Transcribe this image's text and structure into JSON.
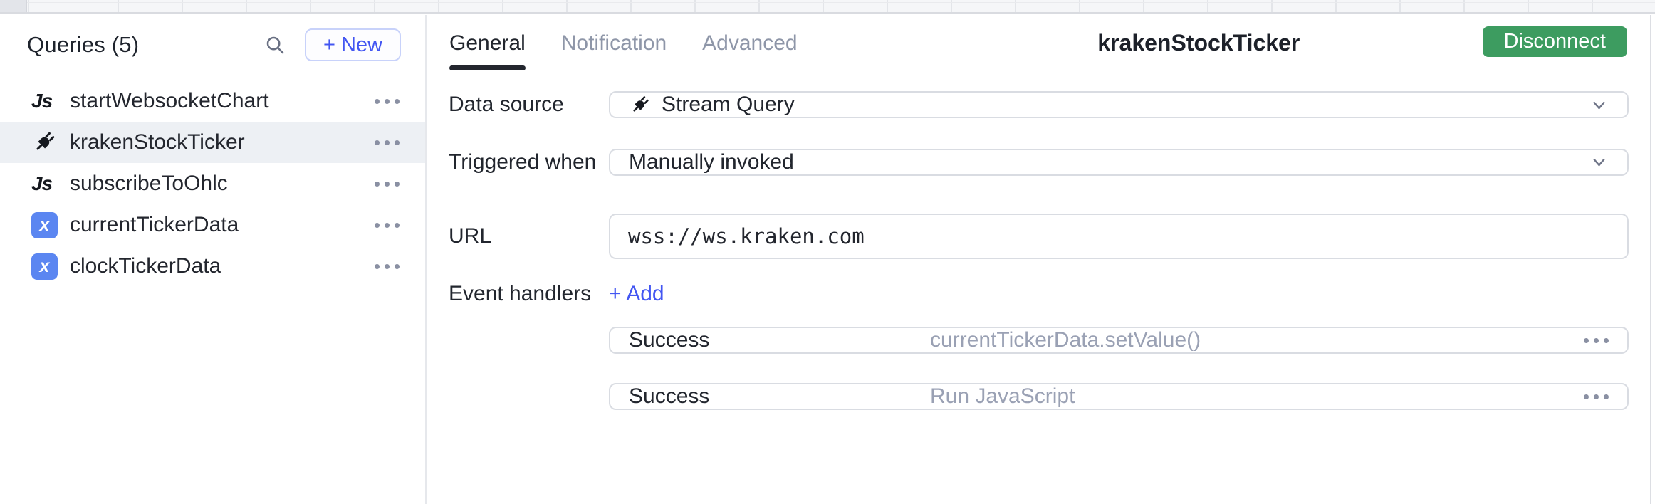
{
  "colors": {
    "accent_blue": "#4356f2",
    "green": "#3d9c60",
    "selected_row_bg": "#edf0f4",
    "variable_icon_bg": "#5b86f1"
  },
  "icons": {
    "js_label": "Js",
    "variable_label": "x"
  },
  "sidebar": {
    "title": "Queries (5)",
    "new_button_label": "+ New",
    "items": [
      {
        "name": "startWebsocketChart",
        "icon": "javascript",
        "selected": false
      },
      {
        "name": "krakenStockTicker",
        "icon": "stream-plug",
        "selected": true
      },
      {
        "name": "subscribeToOhlc",
        "icon": "javascript",
        "selected": false
      },
      {
        "name": "currentTickerData",
        "icon": "variable",
        "selected": false
      },
      {
        "name": "clockTickerData",
        "icon": "variable",
        "selected": false
      }
    ]
  },
  "editor": {
    "tabs": [
      {
        "label": "General"
      },
      {
        "label": "Notification"
      },
      {
        "label": "Advanced"
      }
    ],
    "title": "krakenStockTicker",
    "disconnect_button_label": "Disconnect",
    "fields": {
      "data_source": {
        "label": "Data source",
        "value": "Stream Query"
      },
      "triggered_when": {
        "label": "Triggered when",
        "value": "Manually invoked"
      },
      "url": {
        "label": "URL",
        "value": "wss://ws.kraken.com"
      },
      "event_handlers": {
        "label": "Event handlers",
        "add_label": "+ Add",
        "handlers": [
          {
            "event": "Success",
            "action": "currentTickerData.setValue()"
          },
          {
            "event": "Success",
            "action": "Run JavaScript"
          }
        ]
      }
    }
  }
}
